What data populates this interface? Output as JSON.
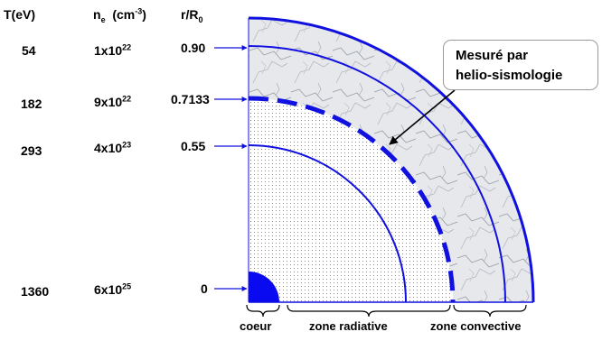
{
  "table": {
    "headers": {
      "temperature": {
        "base": "T(eV)"
      },
      "density": {
        "base": "n",
        "subscript": "e",
        "unit_open": "(cm",
        "unit_exp": "-3",
        "unit_close": ")"
      },
      "radius": {
        "base": "r/R",
        "subscript": "0"
      }
    },
    "rows": [
      {
        "T": "54",
        "ne_mantissa": "1x10",
        "ne_exp": "22",
        "r": "0.90"
      },
      {
        "T": "182",
        "ne_mantissa": "9x10",
        "ne_exp": "22",
        "r": "0.7133"
      },
      {
        "T": "293",
        "ne_mantissa": "4x10",
        "ne_exp": "23",
        "r": "0.55"
      },
      {
        "T": "1360",
        "ne_mantissa": "6x10",
        "ne_exp": "25",
        "r": "0"
      }
    ]
  },
  "callout": {
    "line1": "Mesuré par",
    "line2": "helio-sismologie"
  },
  "zones": {
    "core": "coeur",
    "radiative": "zone radiative",
    "convective": "zone convective"
  },
  "colors": {
    "line_blue": "#1010e0",
    "core_fill": "#0a0af0",
    "convective_base": "#e6e8ec",
    "marble_vein": "#9aa1aa",
    "dots": "#2040b0"
  }
}
